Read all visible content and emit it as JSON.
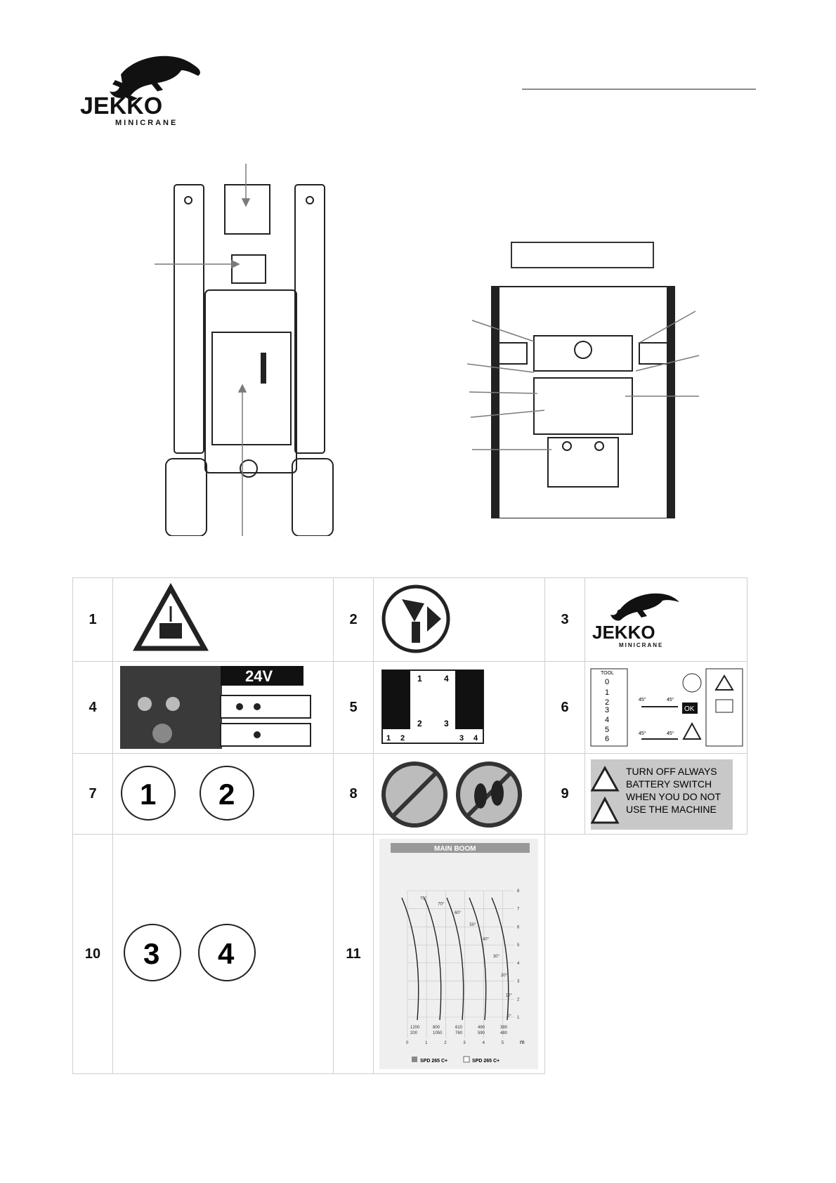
{
  "header": {
    "logo": {
      "brand": "JEKKO",
      "tagline": "MINICRANE"
    }
  },
  "decals": [
    {
      "number": "1",
      "icon": "suspended-load-warning-icon"
    },
    {
      "number": "2",
      "icon": "lubrication-point-icon"
    },
    {
      "number": "3",
      "icon": "jekko-logo-icon"
    },
    {
      "number": "4",
      "icon": "electric-panel-24v-icon",
      "label": "24V"
    },
    {
      "number": "5",
      "icon": "outrigger-control-icon",
      "outrigger_labels": [
        "1",
        "4",
        "2",
        "3"
      ],
      "bottom_labels": [
        "1",
        "2",
        "3",
        "4"
      ]
    },
    {
      "number": "6",
      "icon": "tool-selector-icon",
      "tool_label": "TOOL",
      "tool_rows": [
        "0",
        "1",
        "2",
        "3",
        "4",
        "5",
        "6"
      ],
      "ok_label": "OK",
      "angles": [
        "45°",
        "45°",
        "45°",
        "45°"
      ]
    },
    {
      "number": "7",
      "icon": "numbers-1-2-icon",
      "values": [
        "1",
        "2"
      ]
    },
    {
      "number": "8",
      "icon": "no-water-no-walking-icon"
    },
    {
      "number": "9",
      "icon": "battery-switch-warning-icon",
      "text": [
        "TURN OFF ALWAYS",
        "BATTERY SWITCH",
        "WHEN YOU DO NOT",
        "USE THE MACHINE"
      ]
    },
    {
      "number": "10",
      "icon": "numbers-3-4-icon",
      "values": [
        "3",
        "4"
      ]
    },
    {
      "number": "11",
      "icon": "load-chart-icon",
      "chart_title": "MAIN BOOM",
      "y_ticks": [
        "8",
        "7",
        "6",
        "5",
        "4",
        "3",
        "2",
        "1"
      ],
      "x_ticks": [
        "0",
        "1",
        "2",
        "3",
        "4",
        "5"
      ],
      "x_unit": "m",
      "loads_top": [
        "1200",
        "800",
        "610",
        "490",
        "380"
      ],
      "loads_bottom": [
        "200",
        "1050",
        "760",
        "590",
        "480"
      ],
      "angles": [
        "75°",
        "70°",
        "60°",
        "50°",
        "40°",
        "30°",
        "20°",
        "10°",
        "0°"
      ],
      "legend": [
        "SPD 265 C+",
        "SPD 265 C+"
      ]
    }
  ],
  "colors": {
    "line": "#8c8c8c",
    "dark": "#1a1a1a",
    "signal_bg": "#e9e9e9"
  }
}
